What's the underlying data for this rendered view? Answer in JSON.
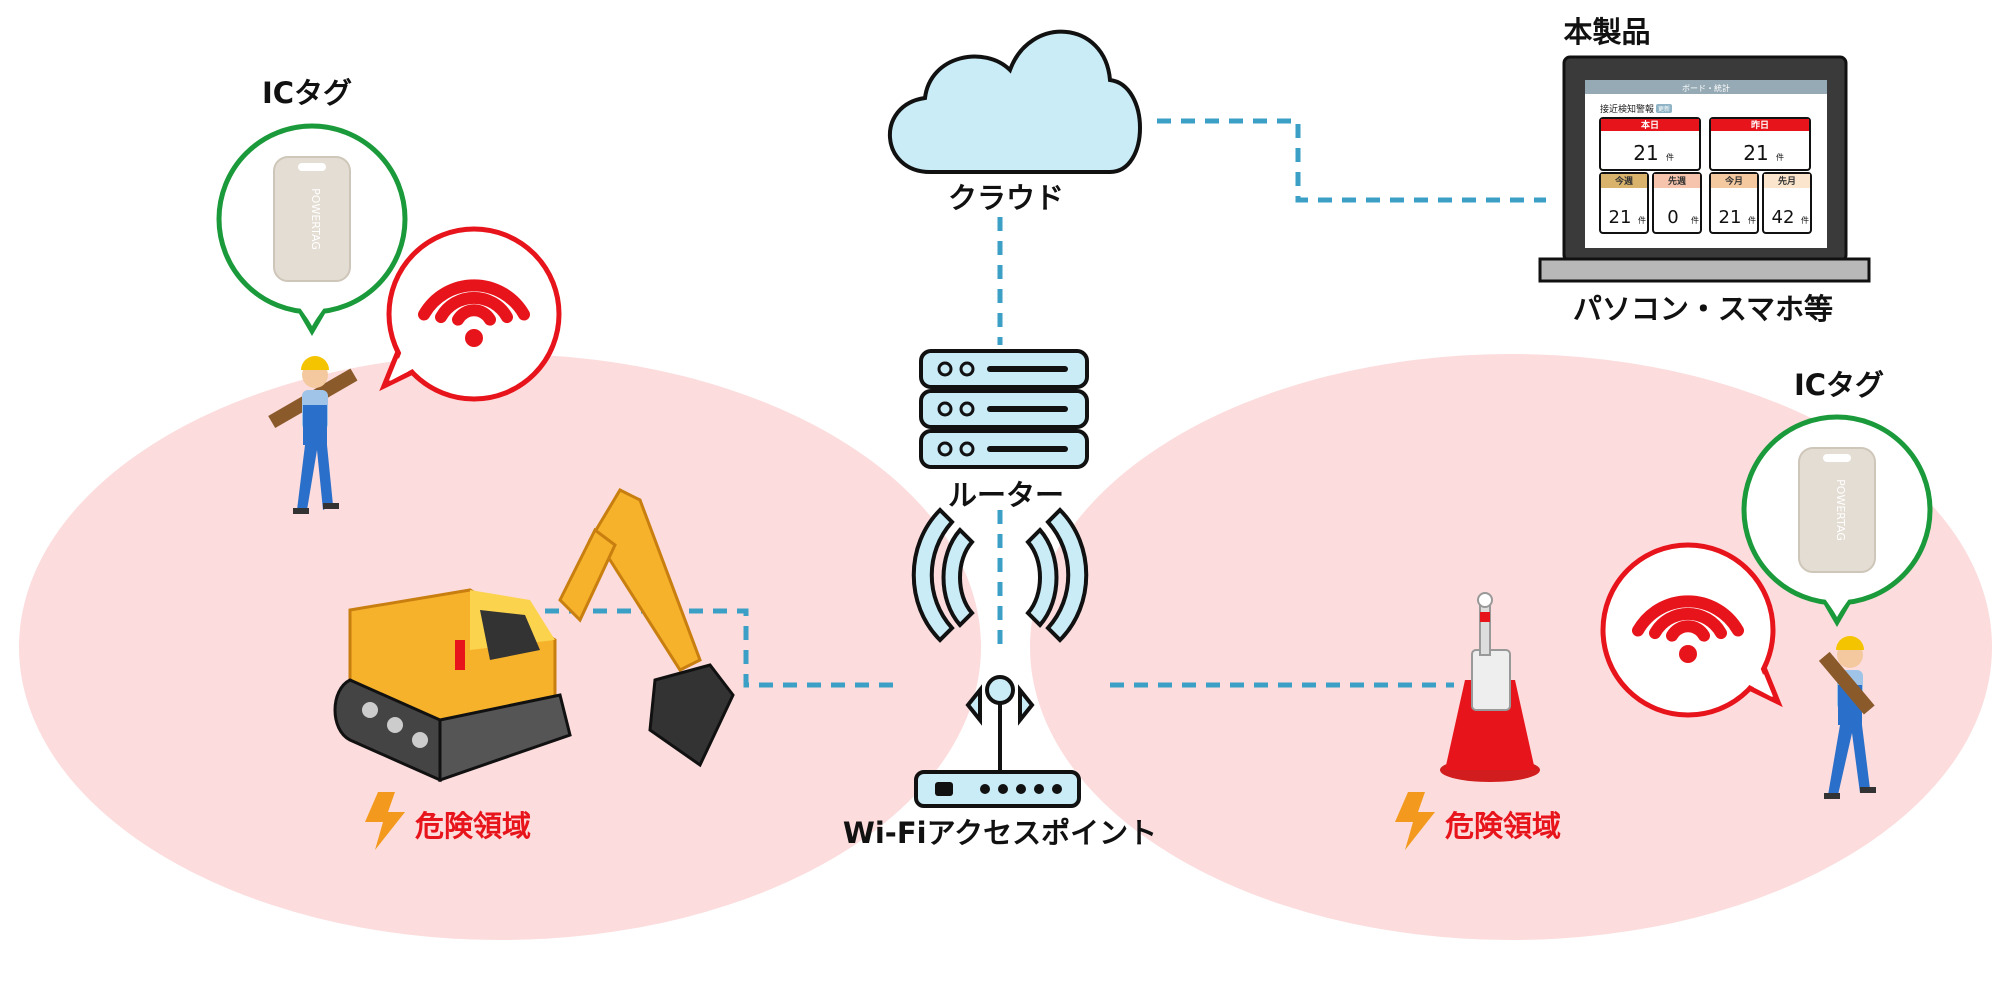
{
  "labels": {
    "cloud": "クラウド",
    "router": "ルーター",
    "access_point": "Wi-Fiアクセスポイント",
    "product": "本製品",
    "devices": "パソコン・スマホ等",
    "ic_tag_left": "ICタグ",
    "ic_tag_right": "ICタグ",
    "danger_left": "危険領域",
    "danger_right": "危険領域",
    "tag_logo": "POWERTAG"
  },
  "dashboard": {
    "header": "ボード・統計",
    "title": "接近検知警報",
    "badge": "更新",
    "unit": "件",
    "cards": [
      {
        "label": "本日",
        "value": "21",
        "color": "#e8141b"
      },
      {
        "label": "昨日",
        "value": "21",
        "color": "#e8141b"
      },
      {
        "label": "今週",
        "value": "21",
        "color": "#d9b36c"
      },
      {
        "label": "先週",
        "value": "0",
        "color": "#f6c4ad"
      },
      {
        "label": "今月",
        "value": "21",
        "color": "#f4c9a0"
      },
      {
        "label": "先月",
        "value": "42",
        "color": "#fbe6cd"
      }
    ]
  },
  "colors": {
    "zone": "#fcdcdc",
    "link": "#3b9fc6",
    "tag_bubble": "#1a9a3a",
    "signal": "#e8141b",
    "danger": "#e8141b",
    "lightning": "#f39a1e"
  }
}
